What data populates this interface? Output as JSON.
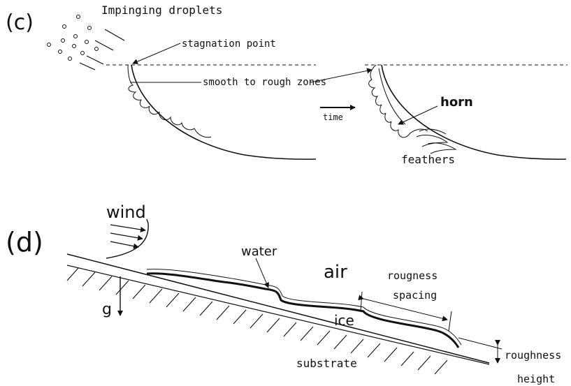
{
  "panel_c": {
    "tag": "(c)",
    "impinging_droplets": "Impinging droplets",
    "stagnation_point": "stagnation point",
    "smooth_to_rough": "smooth to rough zones",
    "time": "time",
    "horn": "horn",
    "feathers": "feathers"
  },
  "panel_d": {
    "tag": "(d)",
    "wind": "wind",
    "water": "water",
    "air": "air",
    "g": "g",
    "ice": "ice",
    "rougness": "rougness",
    "spacing": "spacing",
    "roughness": "roughness",
    "height": "height",
    "substrate": "substrate"
  }
}
